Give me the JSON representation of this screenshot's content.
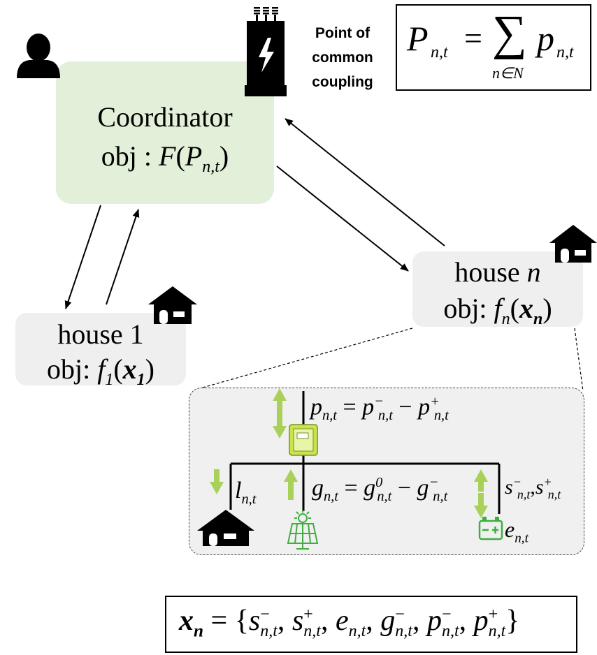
{
  "coordinator": {
    "title": "Coordinator",
    "obj_prefix": "obj : ",
    "obj_func": "F",
    "obj_var": "P",
    "obj_sub": "n,t"
  },
  "pcc": {
    "line1": "Point of",
    "line2": "common",
    "line3": "coupling"
  },
  "sum_equation": {
    "lhs": "P",
    "lhs_sub": "n,t",
    "eq": "=",
    "sigma": "∑",
    "sigma_sub": "n∈N",
    "rhs": "p",
    "rhs_sub": "n,t"
  },
  "house1": {
    "label": "house 1",
    "obj_prefix": "obj: ",
    "func": "f",
    "func_sub": "1",
    "arg": "x",
    "arg_sub": "1"
  },
  "housen": {
    "label_prefix": "house ",
    "label_n": "n",
    "obj_prefix": "obj: ",
    "func": "f",
    "func_sub": "n",
    "arg": "x",
    "arg_sub": "n"
  },
  "detail": {
    "p_eq": {
      "lhs": "p",
      "sub": "n,t",
      "eq": "=",
      "a": "p",
      "a_sup": "−",
      "minus": "−",
      "b": "p",
      "b_sup": "+"
    },
    "l": {
      "var": "l",
      "sub": "n,t"
    },
    "g_eq": {
      "lhs": "g",
      "sub": "n,t",
      "eq": "=",
      "a": "g",
      "a_sup": "0",
      "minus": "−",
      "b": "g",
      "b_sup": "−"
    },
    "s": {
      "a": "s",
      "a_sup": "−",
      "sep": ",",
      "b": "s",
      "b_sup": "+",
      "sub": "n,t"
    },
    "e": {
      "var": "e",
      "sub": "n,t"
    }
  },
  "xn_set": {
    "lhs": "x",
    "lhs_sub": "n",
    "eq": "=",
    "open": "{",
    "close": "}",
    "items": [
      {
        "v": "s",
        "sup": "−",
        "sub": "n,t"
      },
      {
        "v": "s",
        "sup": "+",
        "sub": "n,t"
      },
      {
        "v": "e",
        "sup": "",
        "sub": "n,t"
      },
      {
        "v": "g",
        "sup": "−",
        "sub": "n,t"
      },
      {
        "v": "p",
        "sup": "−",
        "sub": "n,t"
      },
      {
        "v": "p",
        "sup": "+",
        "sub": "n,t"
      }
    ]
  },
  "colors": {
    "coordinator_fill": "#e2efd9",
    "house_fill": "#efefef",
    "arrow_green": "#a9d159",
    "meter_green": "#c8e64a",
    "icon_black": "#000000"
  }
}
